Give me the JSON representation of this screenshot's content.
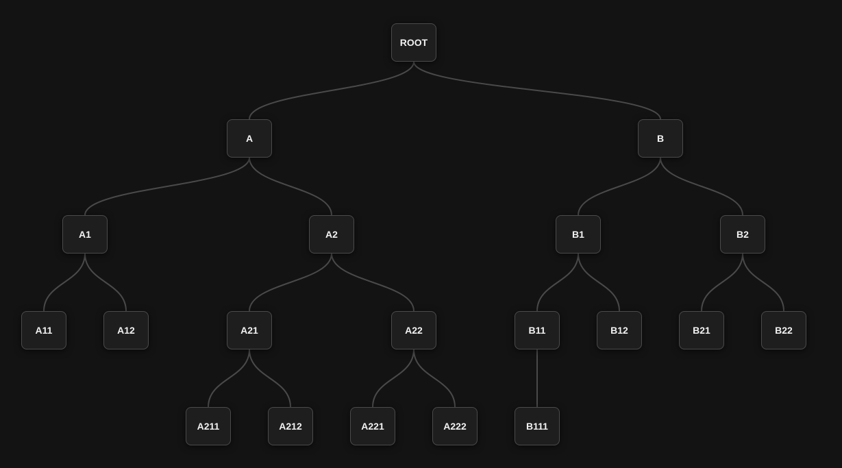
{
  "nodes": [
    {
      "id": "ROOT",
      "label": "ROOT"
    },
    {
      "id": "A",
      "label": "A"
    },
    {
      "id": "B",
      "label": "B"
    },
    {
      "id": "A1",
      "label": "A1"
    },
    {
      "id": "A2",
      "label": "A2"
    },
    {
      "id": "B1",
      "label": "B1"
    },
    {
      "id": "B2",
      "label": "B2"
    },
    {
      "id": "A11",
      "label": "A11"
    },
    {
      "id": "A12",
      "label": "A12"
    },
    {
      "id": "A21",
      "label": "A21"
    },
    {
      "id": "A22",
      "label": "A22"
    },
    {
      "id": "B11",
      "label": "B11"
    },
    {
      "id": "B12",
      "label": "B12"
    },
    {
      "id": "B21",
      "label": "B21"
    },
    {
      "id": "B22",
      "label": "B22"
    },
    {
      "id": "A211",
      "label": "A211"
    },
    {
      "id": "A212",
      "label": "A212"
    },
    {
      "id": "A221",
      "label": "A221"
    },
    {
      "id": "A222",
      "label": "A222"
    },
    {
      "id": "B111",
      "label": "B111"
    }
  ],
  "edges": [
    [
      "ROOT",
      "A"
    ],
    [
      "ROOT",
      "B"
    ],
    [
      "A",
      "A1"
    ],
    [
      "A",
      "A2"
    ],
    [
      "B",
      "B1"
    ],
    [
      "B",
      "B2"
    ],
    [
      "A1",
      "A11"
    ],
    [
      "A1",
      "A12"
    ],
    [
      "A2",
      "A21"
    ],
    [
      "A2",
      "A22"
    ],
    [
      "B1",
      "B11"
    ],
    [
      "B1",
      "B12"
    ],
    [
      "B2",
      "B21"
    ],
    [
      "B2",
      "B22"
    ],
    [
      "A21",
      "A211"
    ],
    [
      "A21",
      "A212"
    ],
    [
      "A22",
      "A221"
    ],
    [
      "A22",
      "A222"
    ],
    [
      "B11",
      "B111"
    ]
  ]
}
